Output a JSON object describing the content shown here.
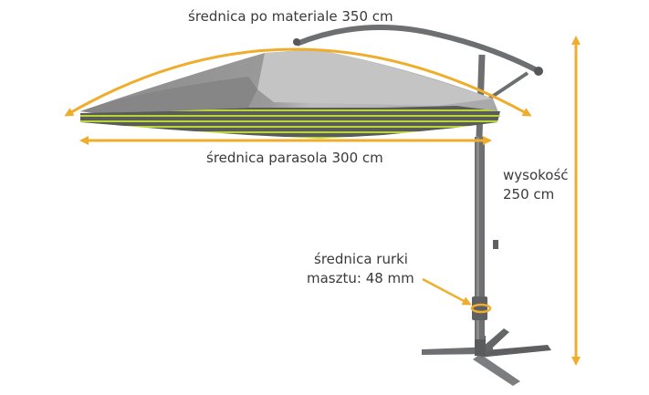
{
  "labels": {
    "canopy_material_diameter": "średnica po materiale 350 cm",
    "parasol_diameter": "średnica parasola 300 cm",
    "height_line1": "wysokość",
    "height_line2": "250 cm",
    "pole_diameter_line1": "średnica rurki",
    "pole_diameter_line2": "masztu: 48 mm"
  },
  "colors": {
    "dimension_arrow": "#f0ad2c",
    "canopy": "#8f8f8f",
    "canopy_light": "#b9b9b9",
    "stripe_dark": "#5a5c56",
    "stripe_accent": "#b8d43a",
    "pole": "#6e6f71"
  }
}
